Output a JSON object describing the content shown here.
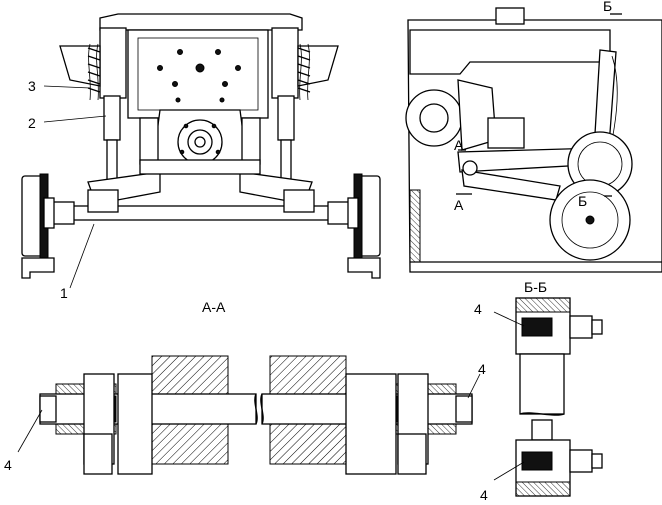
{
  "labels": {
    "part_1": "1",
    "part_2": "2",
    "part_3": "3",
    "part_4_left": "4",
    "part_4_right": "4",
    "part_4_bb_top": "4",
    "part_4_bb_bottom": "4",
    "section_aa_title": "А-А",
    "section_bb_title": "Б-Б",
    "cut_a_top": "А",
    "cut_a_bottom": "А",
    "cut_b_top": "Б",
    "cut_b_mid": "Б"
  }
}
